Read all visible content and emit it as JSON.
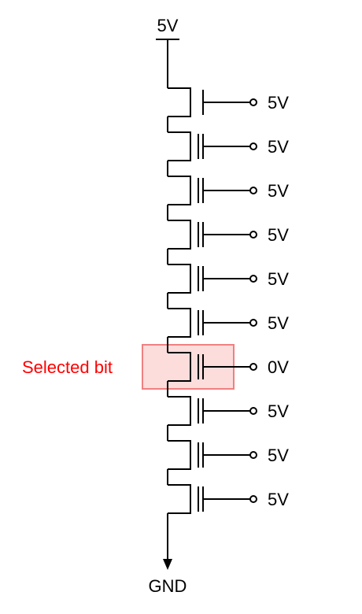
{
  "top_label": "5V",
  "bottom_label": "GND",
  "highlight": {
    "label": "Selected bit",
    "cell_index": 6,
    "fill": "#fddcdc",
    "stroke": "#f08080",
    "label_color": "#ff0000"
  },
  "cells": [
    {
      "gate_voltage": "5V"
    },
    {
      "gate_voltage": "5V"
    },
    {
      "gate_voltage": "5V"
    },
    {
      "gate_voltage": "5V"
    },
    {
      "gate_voltage": "5V"
    },
    {
      "gate_voltage": "5V"
    },
    {
      "gate_voltage": "0V"
    },
    {
      "gate_voltage": "5V"
    },
    {
      "gate_voltage": "5V"
    },
    {
      "gate_voltage": "5V"
    }
  ]
}
